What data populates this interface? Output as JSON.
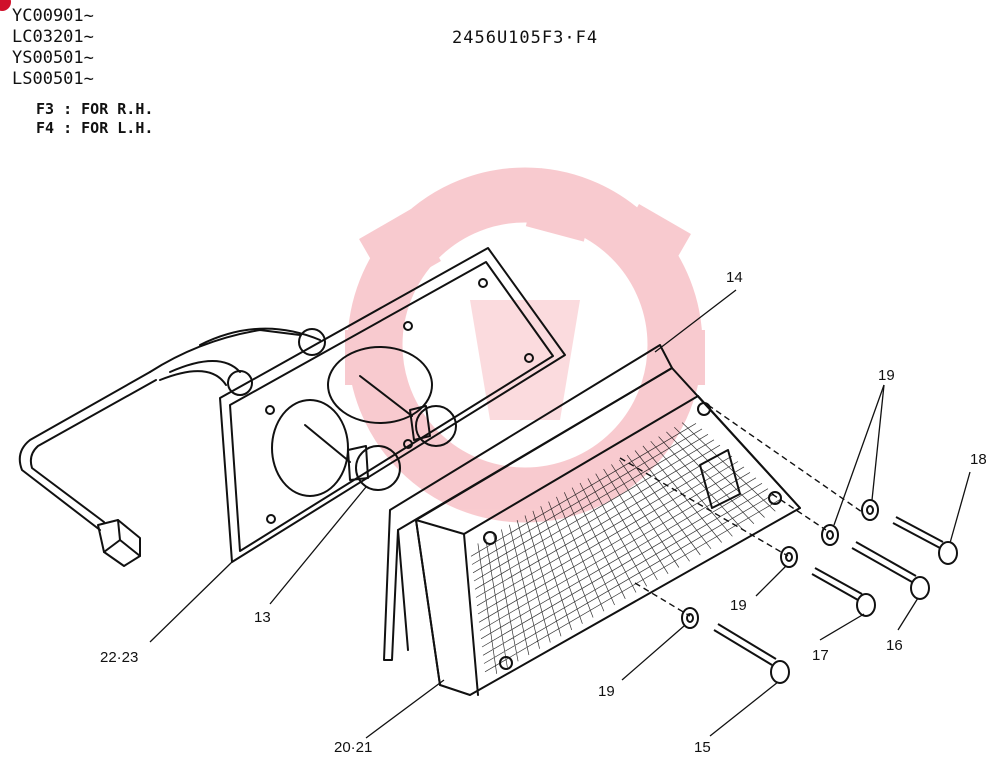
{
  "header": {
    "serials": [
      "YC00901~",
      "LC03201~",
      "YS00501~",
      "LS00501~"
    ],
    "notes": [
      "F3 : FOR R.H.",
      "F4 : FOR L.H."
    ],
    "drawing_code": "2456U105F3·F4"
  },
  "callouts": {
    "lamp_lens": "14",
    "washer_top": "19",
    "screw_top": "18",
    "bulb": "13",
    "socket_harness": "22·23",
    "washer_mid": "19",
    "screw_mid": "17",
    "screw_long": "16",
    "washer_low": "19",
    "screw_low": "15",
    "lamp_body": "20·21"
  },
  "colors": {
    "line": "#111111",
    "watermark": "#f4a0a8",
    "badge": "#d0102a"
  }
}
